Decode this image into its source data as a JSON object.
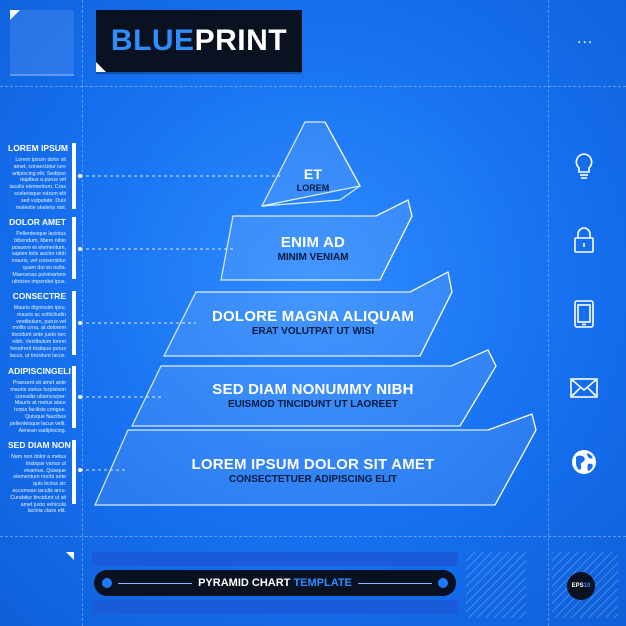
{
  "header": {
    "logo_part1": "BLUE",
    "logo_part2": "PRINT",
    "menu_dots": "..."
  },
  "side_blocks": [
    {
      "title": "LOREM IPSUM",
      "text": "Lorem ipsum dolor sit amet, consectetur iure adipiscing elit. Sedipso dapibus a purus vel iaculis elementum. Cras scelerisque rutrum elit sed vulputate. Duis molestie skeleris nisl."
    },
    {
      "title": "DOLOR AMET",
      "text": "Pellentesque lacinius bibendum, libero nibio posuere et elementum, sapien felis auctor nibh mauris, vel consectetur quam dui eu nulla. Maecenas pulvinartore ultricies imperdiet ipus."
    },
    {
      "title": "CONSECTRE",
      "text": "Mauris dignissim ipsu, mauris ac sollicitudin vestibulum, purus vel mollis urna, at dolorem tincidunt ante justo nec nibh. Vestibulum lorem hendrerit tristique purus lacus, ut tincidunt lacus."
    },
    {
      "title": "ADIPISCINGELI",
      "text": "Praesent sit amet ante mauris varius turpisison convallis ullamcorper. Mauris at metus ataor turpis facilisis congue. Quisque faucibus pellentesque lacus velit. Aenean sadipiscing."
    },
    {
      "title": "SED DIAM NON",
      "text": "Nam non dolor a metus tristique varius ut vivamus. Quisque elementum morbi ante quis lectus sic accumsan iaculis arcu. Curabitur tincidunt ut sit amet justo vehicula lacinia class elit."
    }
  ],
  "pyramid": {
    "tiers": [
      {
        "title": "ET",
        "subtitle": "LOREM"
      },
      {
        "title": "ENIM AD",
        "subtitle": "MINIM VENIAM"
      },
      {
        "title": "DOLORE MAGNA ALIQUAM",
        "subtitle": "ERAT VOLUTPAT UT WISI"
      },
      {
        "title": "SED DIAM NONUMMY NIBH",
        "subtitle": "EUISMOD TINCIDUNT UT LAOREET"
      },
      {
        "title": "LOREM IPSUM DOLOR SIT AMET",
        "subtitle": "CONSECTETUER ADIPISCING ELIT"
      }
    ]
  },
  "icons": [
    "lightbulb-icon",
    "padlock-icon",
    "tablet-icon",
    "envelope-icon",
    "globe-icon"
  ],
  "footer": {
    "title_part1": "PYRAMID CHART",
    "title_part2": "TEMPLATE",
    "badge_text": "EPS",
    "badge_number": "10"
  },
  "colors": {
    "background": "#1670f0",
    "dark": "#0a1120",
    "accent": "#2e8eff",
    "subtitle_dark": "#061a40"
  }
}
